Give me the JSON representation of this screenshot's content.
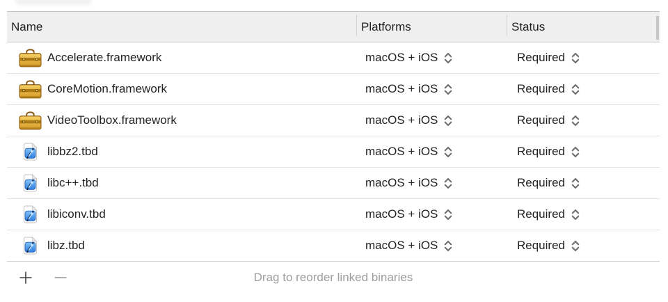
{
  "panel": {
    "header": {
      "columns": [
        {
          "label": "Name"
        },
        {
          "label": "Platforms"
        },
        {
          "label": "Status"
        }
      ]
    },
    "rows": [
      {
        "name": "Accelerate.framework",
        "icon": "framework-icon",
        "platforms": "macOS + iOS",
        "status": "Required"
      },
      {
        "name": "CoreMotion.framework",
        "icon": "framework-icon",
        "platforms": "macOS + iOS",
        "status": "Required"
      },
      {
        "name": "VideoToolbox.framework",
        "icon": "framework-icon",
        "platforms": "macOS + iOS",
        "status": "Required"
      },
      {
        "name": "libbz2.tbd",
        "icon": "tbd-file-icon",
        "platforms": "macOS + iOS",
        "status": "Required"
      },
      {
        "name": "libc++.tbd",
        "icon": "tbd-file-icon",
        "platforms": "macOS + iOS",
        "status": "Required"
      },
      {
        "name": "libiconv.tbd",
        "icon": "tbd-file-icon",
        "platforms": "macOS + iOS",
        "status": "Required"
      },
      {
        "name": "libz.tbd",
        "icon": "tbd-file-icon",
        "platforms": "macOS + iOS",
        "status": "Required"
      }
    ],
    "footer": {
      "hint": "Drag to reorder linked binaries",
      "add_icon": "plus-icon",
      "remove_icon": "minus-icon"
    },
    "colors": {
      "header_bg": "#efefef",
      "framework_icon_gold": "#e3ad3c",
      "tbd_icon_blue": "#3f8fe8",
      "hint_text": "#9d9d9d",
      "chevron_gray": "#6e6e6e"
    }
  }
}
